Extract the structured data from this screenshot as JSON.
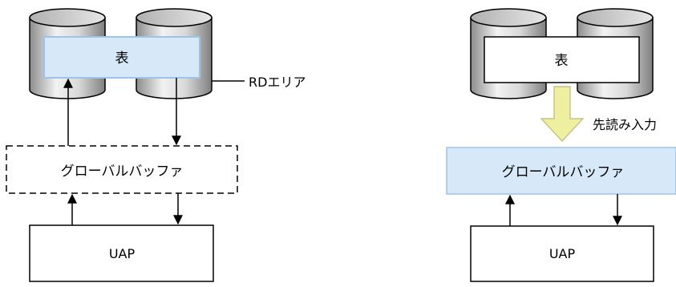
{
  "left": {
    "table_label": "表",
    "rd_area_label": "RDエリア",
    "buffer_label": "グローバルバッファ",
    "uap_label": "UAP"
  },
  "right": {
    "table_label": "表",
    "prefetch_label": "先読み入力",
    "buffer_label": "グローバルバッファ",
    "uap_label": "UAP"
  },
  "colors": {
    "table_fill_highlight": "#d7e8f8",
    "table_border_highlight": "#9dc3e6",
    "buffer_fill_highlight": "#d7e8f8",
    "prefetch_arrow_fill": "#eef0a0",
    "cylinder_gray": "#a9a9a9"
  }
}
